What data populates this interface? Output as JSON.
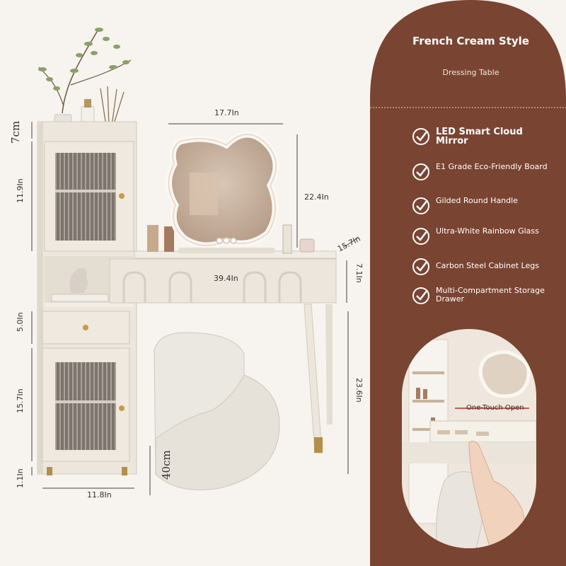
{
  "panel": {
    "title": "French Cream Style",
    "subtitle": "Dressing Table",
    "features": [
      {
        "label": "LED Smart Cloud Mirror",
        "icon": "check-circle-icon"
      },
      {
        "label": "E1 Grade Eco-Friendly Board",
        "icon": "check-circle-icon"
      },
      {
        "label": "Gilded Round Handle",
        "icon": "check-circle-icon"
      },
      {
        "label": "Ultra-White Rainbow Glass",
        "icon": "check-circle-icon"
      },
      {
        "label": "Carbon Steel Cabinet Legs",
        "icon": "check-circle-icon"
      },
      {
        "label": "Multi-Compartment Storage Drawer",
        "icon": "check-circle-icon"
      }
    ],
    "callout": "One-Touch Open"
  },
  "dimensions": {
    "mirror_width": "17.7In",
    "mirror_height": "22.4In",
    "depth": "15.7In",
    "drawer_height": "7.1In",
    "table_width": "39.4In",
    "table_height": "23.6In",
    "top_shelf": "7cm",
    "upper_cabinet": "11.9In",
    "mid_drawer": "5.0In",
    "lower_cabinet": "15.7In",
    "feet": "1.1In",
    "cabinet_width": "11.8In",
    "stool_height": "40cm"
  },
  "colors": {
    "panel": "#7a4432",
    "furniture": "#ece6dc",
    "gold": "#c79a4b",
    "background": "#f7f3ee"
  }
}
